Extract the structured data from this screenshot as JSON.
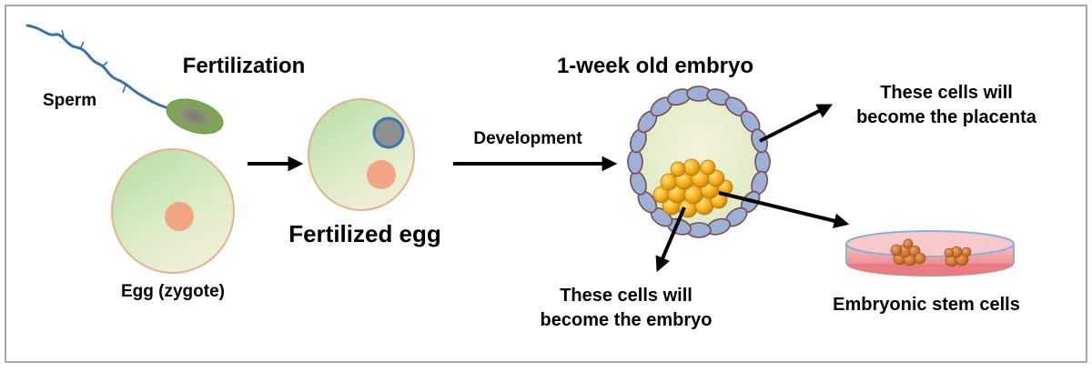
{
  "labels": {
    "fertilization": "Fertilization",
    "sperm": "Sperm",
    "egg_zygote": "Egg (zygote)",
    "fertilized_egg": "Fertilized egg",
    "development": "Development",
    "embryo_title": "1-week old embryo",
    "placenta_line1": "These cells will",
    "placenta_line2": "become the placenta",
    "embryo_line1": "These cells will",
    "embryo_line2": "become the embryo",
    "stem_cells": "Embryonic stem cells"
  },
  "colors": {
    "egg_fill_top": "#c3e3b2",
    "egg_fill_bottom": "#f3ecd8",
    "egg_outline": "#e8b48e",
    "nucleus": "#f2a583",
    "sperm_head": "#7bb850",
    "sperm_tail": "#3d6fa8",
    "pronucleus_ring": "#3b73b4",
    "trophoblast_cell": "#9cb0d8",
    "trophoblast_outline": "#7b4a4a",
    "inner_cell_mass": "#f0a818",
    "dish_medium": "#f29ea2",
    "dish_rim": "#8ab0d8",
    "stem_cell": "#d6782e",
    "arrow": "#000000",
    "frame": "#888888"
  }
}
